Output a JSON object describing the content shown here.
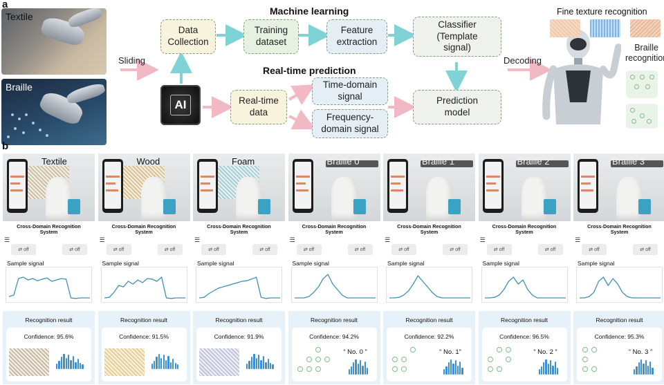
{
  "panel_a": {
    "letter": "a",
    "textile_tag": "Textile",
    "braille_tag": "Braille",
    "sliding_label": "Sliding",
    "ml_header": "Machine learning",
    "rt_header": "Real-time prediction",
    "data_collection": "Data\nCollection",
    "training_dataset": "Training\ndataset",
    "feature_extraction": "Feature\nextraction",
    "classifier": "Classifier\n(Template\nsignal)",
    "chip_label": "AI",
    "realtime_data": "Real-time\ndata",
    "time_domain": "Time-domain\nsignal",
    "freq_domain": "Frequency-\ndomain signal",
    "prediction_model": "Prediction\nmodel",
    "decoding_label": "Decoding",
    "fine_texture_label": "Fine texture recognition",
    "braille_recognition_label": "Braille\nrecognition"
  },
  "panel_b": {
    "letter": "b",
    "app_title": "Cross-Domain Recognition\nSystem",
    "switch_label": "⇄ off",
    "menu_icon": "☰",
    "sample_signal_label": "Sample signal",
    "recognition_result_label": "Recognition result",
    "columns": [
      {
        "name": "Textile",
        "confidence": "Confidence:  95.6%",
        "kind": "texture",
        "swatch": "#c8b9a6",
        "mat": "#cbbfa8"
      },
      {
        "name": "Wood",
        "confidence": "Confidence:  91.5%",
        "kind": "texture",
        "swatch": "#e8cf8e",
        "mat": "#dcc190"
      },
      {
        "name": "Foam",
        "confidence": "Confidence:  91.9%",
        "kind": "texture",
        "swatch": "#b9c4e6",
        "mat": "#9fd0df"
      },
      {
        "name": "Braille 0",
        "confidence": "Confidence:  94.2%",
        "kind": "braille",
        "no": "“ No. 0 ”"
      },
      {
        "name": "Braille 1",
        "confidence": "Confidence:  92.2%",
        "kind": "braille",
        "no": "“ No. 1”"
      },
      {
        "name": "Braille 2",
        "confidence": "Confidence:  96.5%",
        "kind": "braille",
        "no": "“ No. 2 ”"
      },
      {
        "name": "Braille 3",
        "confidence": "Confidence:  95.3%",
        "kind": "braille",
        "no": "“ No. 3 ”"
      }
    ]
  },
  "colors": {
    "arrow": "#f2b8c4",
    "arrow_teal": "#7fd3d6",
    "signal_line": "#3f8fb8",
    "bars": "#3c8fd0",
    "braille_dot": "#7fc08a"
  }
}
